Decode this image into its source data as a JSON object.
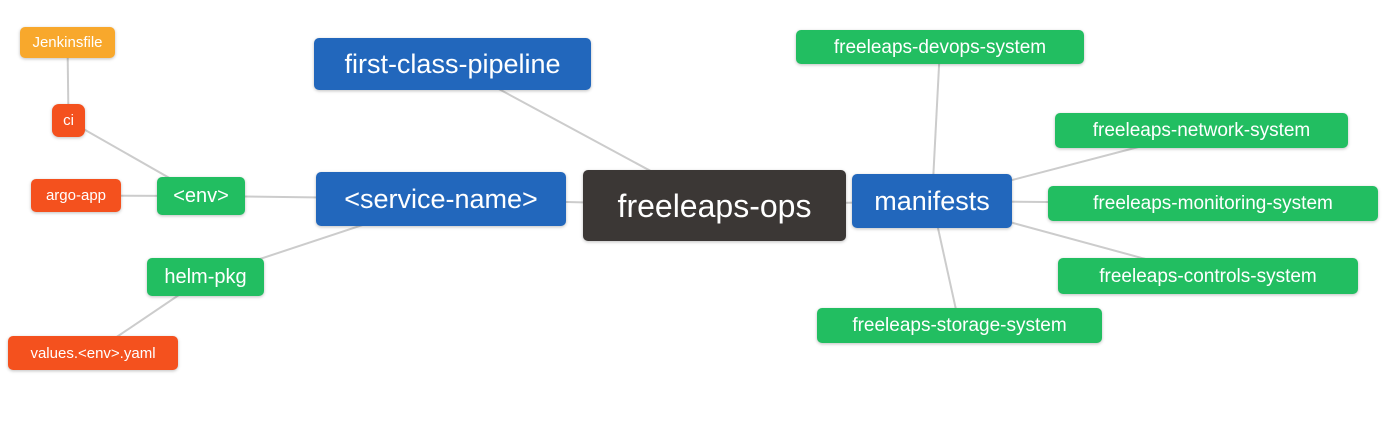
{
  "diagram": {
    "type": "mindmap",
    "colors": {
      "orange": "#F8A82C",
      "red": "#F4511E",
      "green": "#22BE61",
      "blue": "#2267BC",
      "dark": "#3B3735",
      "edge": "#cccccc",
      "text": "#ffffff",
      "background": "#ffffff"
    },
    "nodes": [
      {
        "id": "jenkinsfile",
        "label": "Jenkinsfile",
        "color": "orange"
      },
      {
        "id": "ci",
        "label": "ci",
        "color": "red"
      },
      {
        "id": "argo-app",
        "label": "argo-app",
        "color": "red"
      },
      {
        "id": "env",
        "label": "<env>",
        "color": "green"
      },
      {
        "id": "first-class-pipeline",
        "label": "first-class-pipeline",
        "color": "blue"
      },
      {
        "id": "service-name",
        "label": "<service-name>",
        "color": "blue"
      },
      {
        "id": "freeleaps-ops",
        "label": "freeleaps-ops",
        "color": "dark"
      },
      {
        "id": "manifests",
        "label": "manifests",
        "color": "blue"
      },
      {
        "id": "freeleaps-devops-system",
        "label": "freeleaps-devops-system",
        "color": "green"
      },
      {
        "id": "freeleaps-network-system",
        "label": "freeleaps-network-system",
        "color": "green"
      },
      {
        "id": "freeleaps-monitoring-system",
        "label": "freeleaps-monitoring-system",
        "color": "green"
      },
      {
        "id": "freeleaps-controls-system",
        "label": "freeleaps-controls-system",
        "color": "green"
      },
      {
        "id": "freeleaps-storage-system",
        "label": "freeleaps-storage-system",
        "color": "green"
      },
      {
        "id": "helm-pkg",
        "label": "helm-pkg",
        "color": "green"
      },
      {
        "id": "values-env-yaml",
        "label": "values.<env>.yaml",
        "color": "red"
      }
    ],
    "edges": [
      [
        "jenkinsfile",
        "ci"
      ],
      [
        "ci",
        "env"
      ],
      [
        "argo-app",
        "env"
      ],
      [
        "env",
        "service-name"
      ],
      [
        "helm-pkg",
        "service-name"
      ],
      [
        "values-env-yaml",
        "helm-pkg"
      ],
      [
        "first-class-pipeline",
        "freeleaps-ops"
      ],
      [
        "service-name",
        "freeleaps-ops"
      ],
      [
        "freeleaps-ops",
        "manifests"
      ],
      [
        "manifests",
        "freeleaps-devops-system"
      ],
      [
        "manifests",
        "freeleaps-network-system"
      ],
      [
        "manifests",
        "freeleaps-monitoring-system"
      ],
      [
        "manifests",
        "freeleaps-controls-system"
      ],
      [
        "manifests",
        "freeleaps-storage-system"
      ]
    ]
  }
}
